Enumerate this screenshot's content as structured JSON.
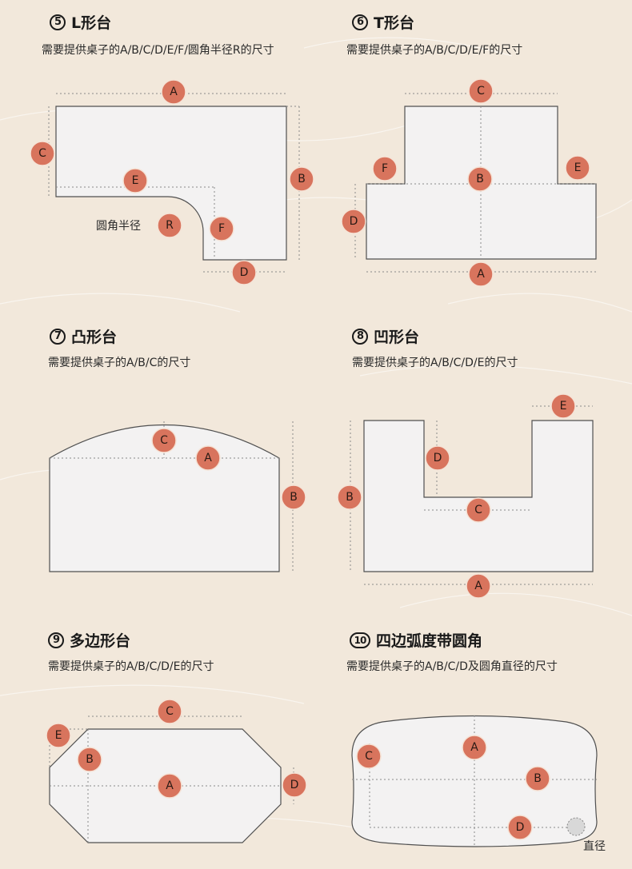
{
  "sections": [
    {
      "number": "5",
      "title": "L形台",
      "subtitle": "需要提供桌子的A/B/C/D/E/F/圆角半径R的尺寸"
    },
    {
      "number": "6",
      "title": "T形台",
      "subtitle": "需要提供桌子的A/B/C/D/E/F的尺寸"
    },
    {
      "number": "7",
      "title": "凸形台",
      "subtitle": "需要提供桌子的A/B/C的尺寸"
    },
    {
      "number": "8",
      "title": "凹形台",
      "subtitle": "需要提供桌子的A/B/C/D/E的尺寸"
    },
    {
      "number": "9",
      "title": "多边形台",
      "subtitle": "需要提供桌子的A/B/C/D/E的尺寸"
    },
    {
      "number": "10",
      "title": "四边弧度带圆角",
      "subtitle": "需要提供桌子的A/B/C/D及圆角直径的尺寸"
    }
  ],
  "annotations": {
    "corner_radius": "圆角半径",
    "diameter": "直径"
  },
  "colors": {
    "background": "#f2e8db",
    "badge": "#d8745d",
    "shape_fill": "#f3f2f2",
    "outline": "#505050"
  },
  "badges": {
    "l": [
      "A",
      "C",
      "E",
      "B",
      "R",
      "F",
      "D"
    ],
    "t": [
      "C",
      "F",
      "B",
      "E",
      "D",
      "A"
    ],
    "convex": [
      "C",
      "A",
      "B"
    ],
    "concave": [
      "E",
      "D",
      "B",
      "C",
      "A"
    ],
    "poly": [
      "C",
      "E",
      "B",
      "A",
      "D"
    ],
    "rounded": [
      "A",
      "C",
      "B",
      "D"
    ]
  }
}
